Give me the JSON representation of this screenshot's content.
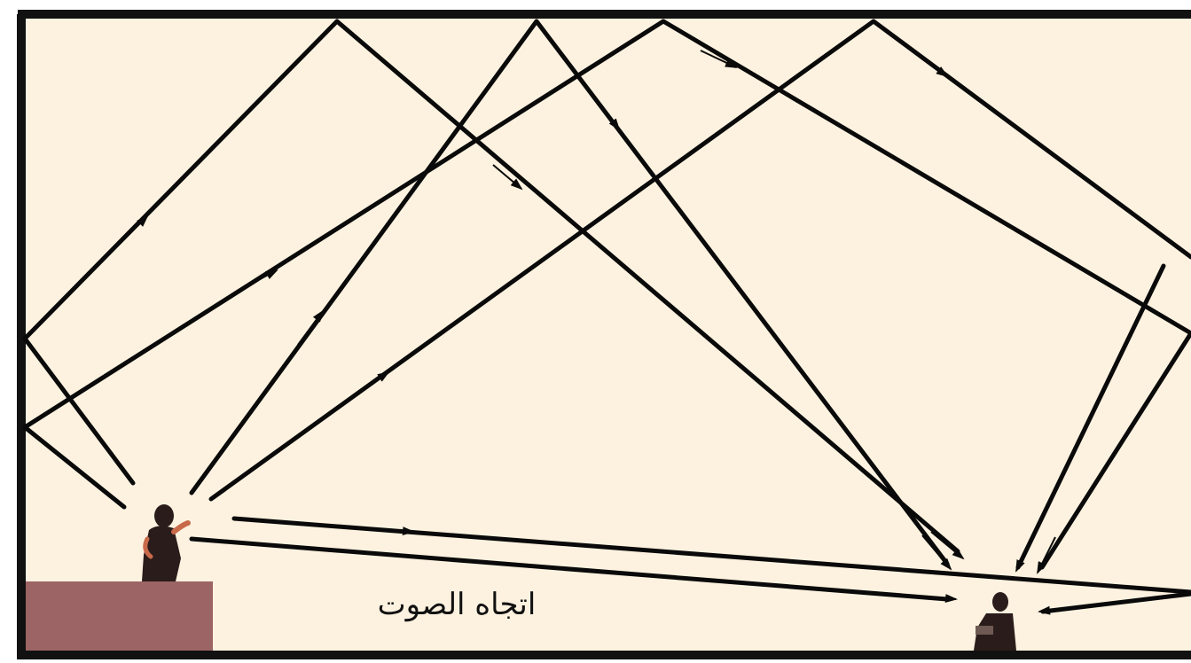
{
  "diagram": {
    "caption": "اتجاه الصوت",
    "colors": {
      "room_fill": "#fdf2e0",
      "wall": "#111111",
      "stage_block": "#9c6464",
      "ray": "#0a0a0a",
      "figure_dark": "#2a1c1a",
      "figure_skin": "#c86a4a"
    },
    "elements": {
      "speaker": "speaker-figure",
      "listener": "listener-figure",
      "stage": "stage-platform"
    }
  }
}
